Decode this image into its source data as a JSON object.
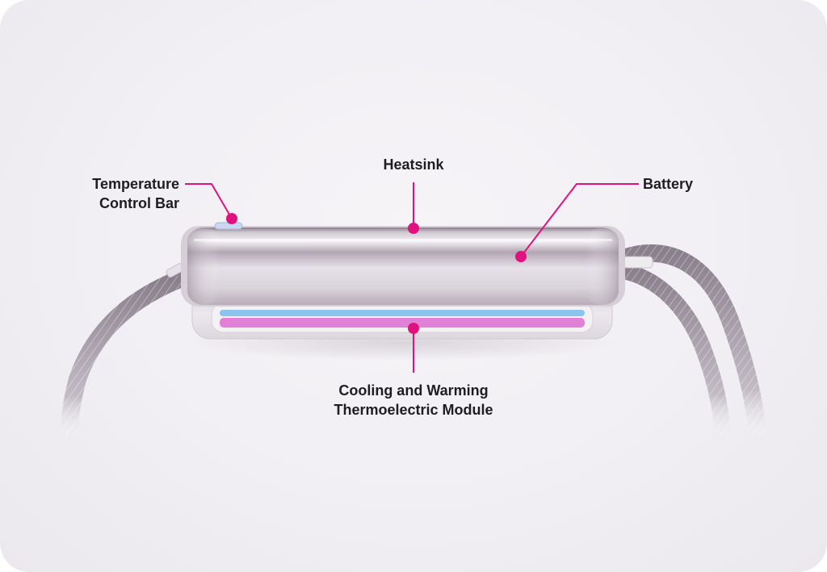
{
  "colors": {
    "accent": "#e0127f",
    "card_background": "#f1eff3",
    "label_text": "#1d1d22",
    "cooling_layer": "#8cc4ee",
    "warming_layer": "#e27fd6"
  },
  "labels": {
    "temperature_control_bar": "Temperature\nControl Bar",
    "heatsink": "Heatsink",
    "battery": "Battery",
    "thermoelectric_module": "Cooling and Warming\nThermoelectric Module"
  }
}
